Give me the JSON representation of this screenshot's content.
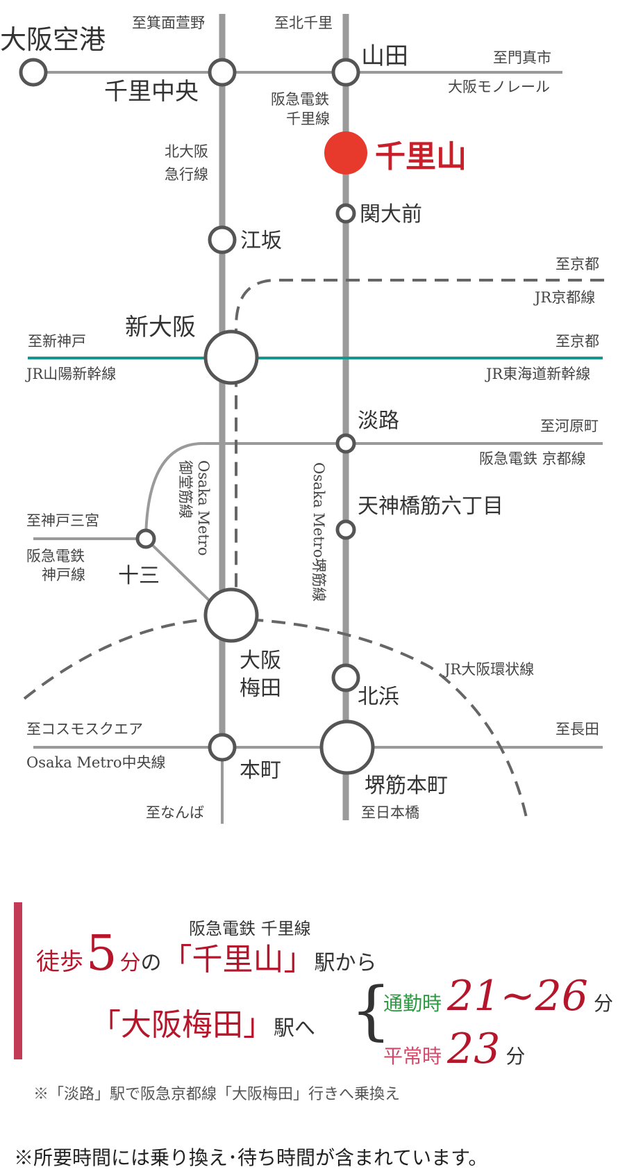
{
  "map": {
    "stations": {
      "osaka_airport": "大阪空港",
      "senri_chuo": "千里中央",
      "yamada": "山田",
      "senriyama": "千里山",
      "kandaimae": "関大前",
      "esaka": "江坂",
      "shin_osaka": "新大阪",
      "awaji": "淡路",
      "tenjinbashi": "天神橋筋六丁目",
      "juso": "十三",
      "osaka_umeda_1": "大阪",
      "osaka_umeda_2": "梅田",
      "kitahama": "北浜",
      "honmachi": "本町",
      "sakaisuji_honmachi": "堺筋本町"
    },
    "directions": {
      "minoh_kayano": "至箕面萱野",
      "kita_senri": "至北千里",
      "kadoma_shi": "至門真市",
      "kyoto_1": "至京都",
      "shin_kobe": "至新神戸",
      "kyoto_2": "至京都",
      "kawaramachi": "至河原町",
      "kobe_sannomiya": "至神戸三宮",
      "cosmo_square": "至コスモスクエア",
      "nagata": "至長田",
      "namba": "至なんば",
      "nipponbashi": "至日本橋"
    },
    "lines": {
      "monorail": "大阪モノレール",
      "hankyu_senri_1": "阪急電鉄",
      "hankyu_senri_2": "千里線",
      "kitakyu_1": "北大阪",
      "kitakyu_2": "急行線",
      "jr_kyoto": "JR京都線",
      "sanyo_shinkansen": "JR山陽新幹線",
      "tokaido_shinkansen": "JR東海道新幹線",
      "hankyu_kyoto": "阪急電鉄 京都線",
      "midosuji_1": "Osaka Metro",
      "midosuji_2": "御堂筋線",
      "sakaisuji": "Osaka Metro堺筋線",
      "hankyu_kobe_1": "阪急電鉄",
      "hankyu_kobe_2": "神戸線",
      "jr_loop": "JR大阪環状線",
      "chuo": "Osaka Metro中央線"
    },
    "colors": {
      "line_gray": "#9a9a9a",
      "station_ring": "#555555",
      "highlight": "#e8392d",
      "shinkansen": "#17968f",
      "dashed": "#666666"
    }
  },
  "route": {
    "line_label": "阪急電鉄 千里線",
    "walk": "徒歩",
    "walk_minutes": "5",
    "fun": "分",
    "no": "の",
    "from_station": "「千里山」",
    "eki_kara": "駅から",
    "to_station": "「大阪梅田」",
    "eki_he": "駅へ",
    "brace": "{",
    "commute_label": "通勤時",
    "commute_time": "21~26",
    "commute_unit": "分",
    "normal_label": "平常時",
    "normal_time": "23",
    "normal_unit": "分",
    "transfer_note": "※「淡路」駅で阪急京都線「大阪梅田」行きへ乗換え",
    "footnote": "※所要時間には乗り換え･待ち時間が含まれています。"
  }
}
